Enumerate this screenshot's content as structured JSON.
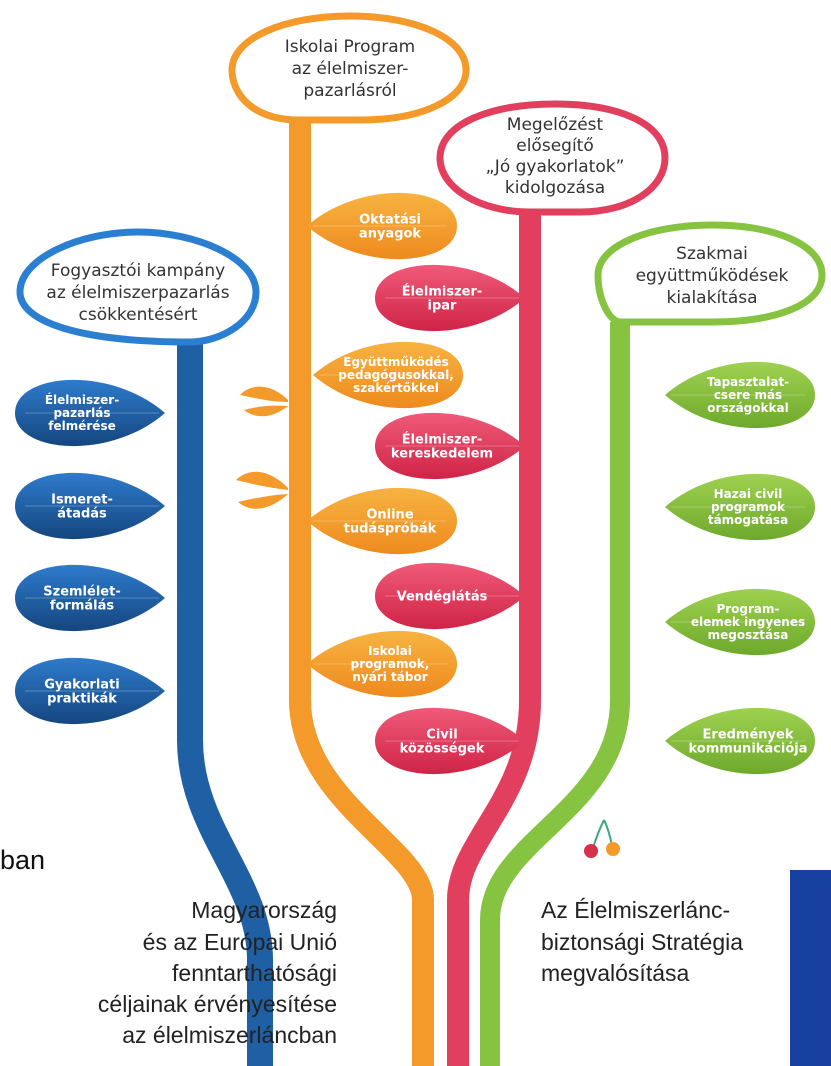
{
  "colors": {
    "blue": "#1f5fa3",
    "orange": "#f39a2b",
    "red": "#e23f5e",
    "green": "#86c340",
    "brand_box": "#1840a0"
  },
  "partial_text_left": "ban",
  "branches": {
    "blue": {
      "title": [
        "Fogyasztói kampány",
        "az élelmiszerpazarlás",
        "csökkentésért"
      ],
      "leaves": [
        [
          "Élelmiszer-",
          "pazarlás",
          "felmérése"
        ],
        [
          "Ismeret-",
          "átadás"
        ],
        [
          "Szemlélet-",
          "formálás"
        ],
        [
          "Gyakorlati",
          "praktikák"
        ]
      ]
    },
    "orange": {
      "title": [
        "Iskolai Program",
        "az élelmiszer-",
        "pazarlásról"
      ],
      "leaves": [
        [
          "Oktatási",
          "anyagok"
        ],
        [
          "Együttműködés",
          "pedagógusokkal,",
          "szakértőkkel"
        ],
        [
          "Online",
          "tudáspróbák"
        ],
        [
          "Iskolai",
          "programok,",
          "nyári tábor"
        ]
      ]
    },
    "red": {
      "title": [
        "Megelőzést",
        "elősegítő",
        "„Jó gyakorlatok”",
        "kidolgozása"
      ],
      "leaves": [
        [
          "Élelmiszer-",
          "ipar"
        ],
        [
          "Élelmiszer-",
          "kereskedelem"
        ],
        [
          "Vendéglátás"
        ],
        [
          "Civil",
          "közösségek"
        ]
      ]
    },
    "green": {
      "title": [
        "Szakmai",
        "együttműködések",
        "kialakítása"
      ],
      "leaves": [
        [
          "Tapasztalat-",
          "csere más",
          "országokkal"
        ],
        [
          "Hazai civil",
          "programok",
          "támogatása"
        ],
        [
          "Program-",
          "elemek ingyenes",
          "megosztása"
        ],
        [
          "Eredmények",
          "kommunikációja"
        ]
      ]
    }
  },
  "roots": {
    "left": [
      "Magyarország",
      "és az Európai Unió",
      "fenntarthatósági",
      "céljainak érvényesítése",
      "az élelmiszerláncban"
    ],
    "right": [
      "Az Élelmiszerlánc-",
      "biztonsági Stratégia",
      "megvalósítása"
    ]
  }
}
